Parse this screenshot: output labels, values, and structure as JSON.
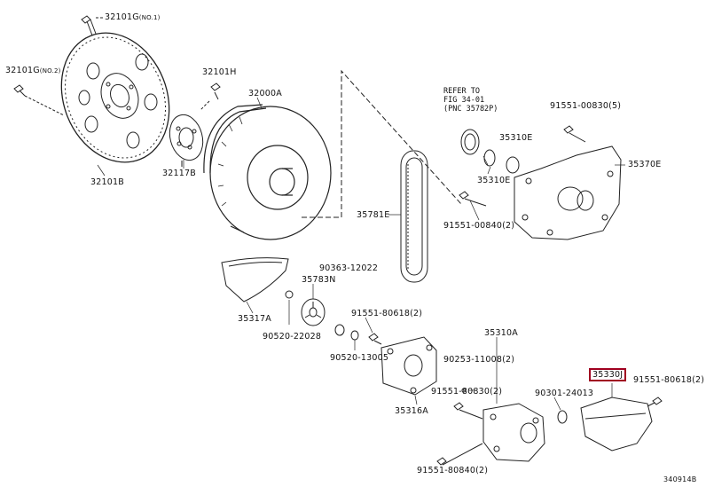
{
  "labels": {
    "p32101g_no1": "32101G",
    "p32101g_no1_sub": "(NO.1)",
    "p32101g_no2": "32101G",
    "p32101g_no2_sub": "(NO.2)",
    "p32101h": "32101H",
    "p32000a": "32000A",
    "p32117b": "32117B",
    "p32101b": "32101B",
    "refer_line1": "REFER TO",
    "refer_line2": "FIG 34-01",
    "refer_line3": "(PNC 35782P)",
    "p91551_00830": "91551-00830(5)",
    "p35310e_a": "35310E",
    "p35310e_b": "35310E",
    "p35370e": "35370E",
    "p35781e": "35781E",
    "p91551_00840": "91551-00840(2)",
    "p90363_12022": "90363-12022",
    "p35783n": "35783N",
    "p35317a": "35317A",
    "p90520_22028": "90520-22028",
    "p91551_80618_a": "91551-80618(2)",
    "p90520_13005": "90520-13005",
    "p35310a": "35310A",
    "p90253_11008": "90253-11008(2)",
    "p91551_80830": "91551-80830(2)",
    "p35316a": "35316A",
    "p90301_24013": "90301-24013",
    "p35330j": "35330J",
    "p91551_80618_b": "91551-80618(2)",
    "p91551_80840": "91551-80840(2)",
    "diagram_id": "340914B"
  },
  "colors": {
    "highlight": "#a00020",
    "line": "#222222"
  }
}
